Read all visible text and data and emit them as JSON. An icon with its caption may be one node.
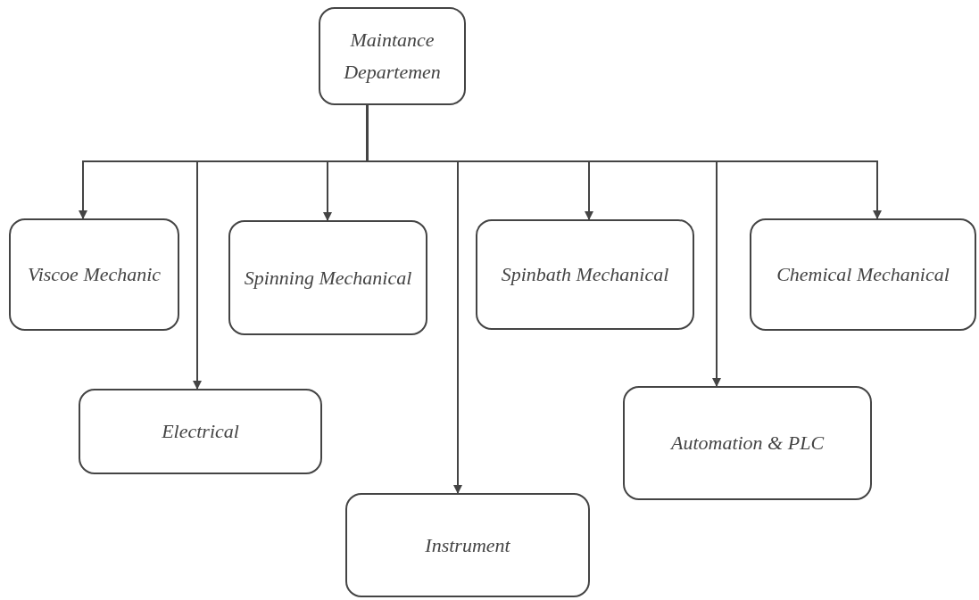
{
  "diagram": {
    "nodes": [
      {
        "text": [
          "Maintance Departemen"
        ]
      },
      {
        "text": [
          "Viscoe Mechanic"
        ]
      },
      {
        "text": [
          "Spinning Mechanical"
        ]
      },
      {
        "text": [
          "Spinbath Mechanical"
        ]
      },
      {
        "text": [
          "Chemical Mechanical"
        ]
      },
      {
        "text": [
          "Electrical"
        ]
      },
      {
        "text": [
          "Automation & PLC"
        ]
      },
      {
        "text": [
          "Instrument"
        ]
      }
    ],
    "edges": [
      {
        "from": 0,
        "to": 1,
        "arrow": "to"
      },
      {
        "from": 0,
        "to": 5,
        "arrow": "to"
      },
      {
        "from": 0,
        "to": 2,
        "arrow": "to"
      },
      {
        "from": 0,
        "to": 7,
        "arrow": "to"
      },
      {
        "from": 0,
        "to": 3,
        "arrow": "to"
      },
      {
        "from": 0,
        "to": 6,
        "arrow": "to"
      },
      {
        "from": 0,
        "to": 4,
        "arrow": "to"
      }
    ]
  }
}
